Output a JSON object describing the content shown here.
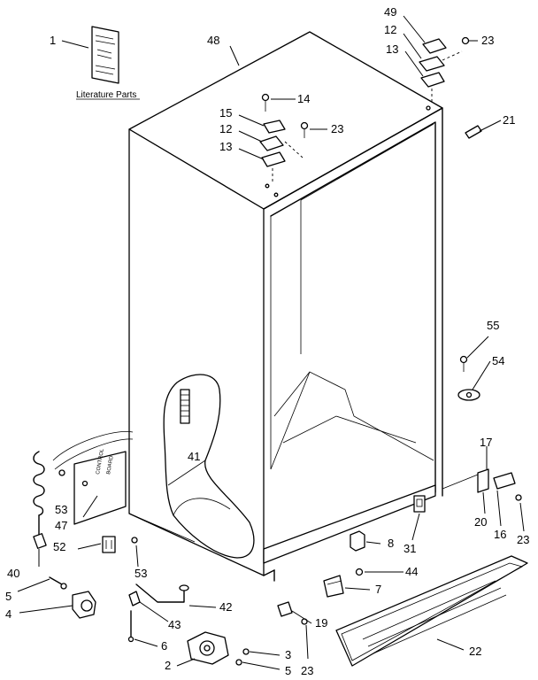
{
  "literature_caption": "Literature Parts",
  "callouts": [
    {
      "id": "c1",
      "label": "1"
    },
    {
      "id": "c48",
      "label": "48"
    },
    {
      "id": "c49",
      "label": "49"
    },
    {
      "id": "c12a",
      "label": "12"
    },
    {
      "id": "c13a",
      "label": "13"
    },
    {
      "id": "c23a",
      "label": "23"
    },
    {
      "id": "c14",
      "label": "14"
    },
    {
      "id": "c15",
      "label": "15"
    },
    {
      "id": "c12b",
      "label": "12"
    },
    {
      "id": "c23b",
      "label": "23"
    },
    {
      "id": "c13b",
      "label": "13"
    },
    {
      "id": "c21",
      "label": "21"
    },
    {
      "id": "c55",
      "label": "55"
    },
    {
      "id": "c54",
      "label": "54"
    },
    {
      "id": "c41",
      "label": "41"
    },
    {
      "id": "c17",
      "label": "17"
    },
    {
      "id": "c53a",
      "label": "53"
    },
    {
      "id": "c47",
      "label": "47"
    },
    {
      "id": "c52",
      "label": "52"
    },
    {
      "id": "c40",
      "label": "40"
    },
    {
      "id": "c8",
      "label": "8"
    },
    {
      "id": "c31",
      "label": "31"
    },
    {
      "id": "c20",
      "label": "20"
    },
    {
      "id": "c16",
      "label": "16"
    },
    {
      "id": "c23c",
      "label": "23"
    },
    {
      "id": "c53b",
      "label": "53"
    },
    {
      "id": "c44",
      "label": "44"
    },
    {
      "id": "c5a",
      "label": "5"
    },
    {
      "id": "c7",
      "label": "7"
    },
    {
      "id": "c4",
      "label": "4"
    },
    {
      "id": "c42",
      "label": "42"
    },
    {
      "id": "c43",
      "label": "43"
    },
    {
      "id": "c19",
      "label": "19"
    },
    {
      "id": "c6",
      "label": "6"
    },
    {
      "id": "c22",
      "label": "22"
    },
    {
      "id": "c3",
      "label": "3"
    },
    {
      "id": "c2",
      "label": "2"
    },
    {
      "id": "c5b",
      "label": "5"
    },
    {
      "id": "c23d",
      "label": "23"
    }
  ]
}
